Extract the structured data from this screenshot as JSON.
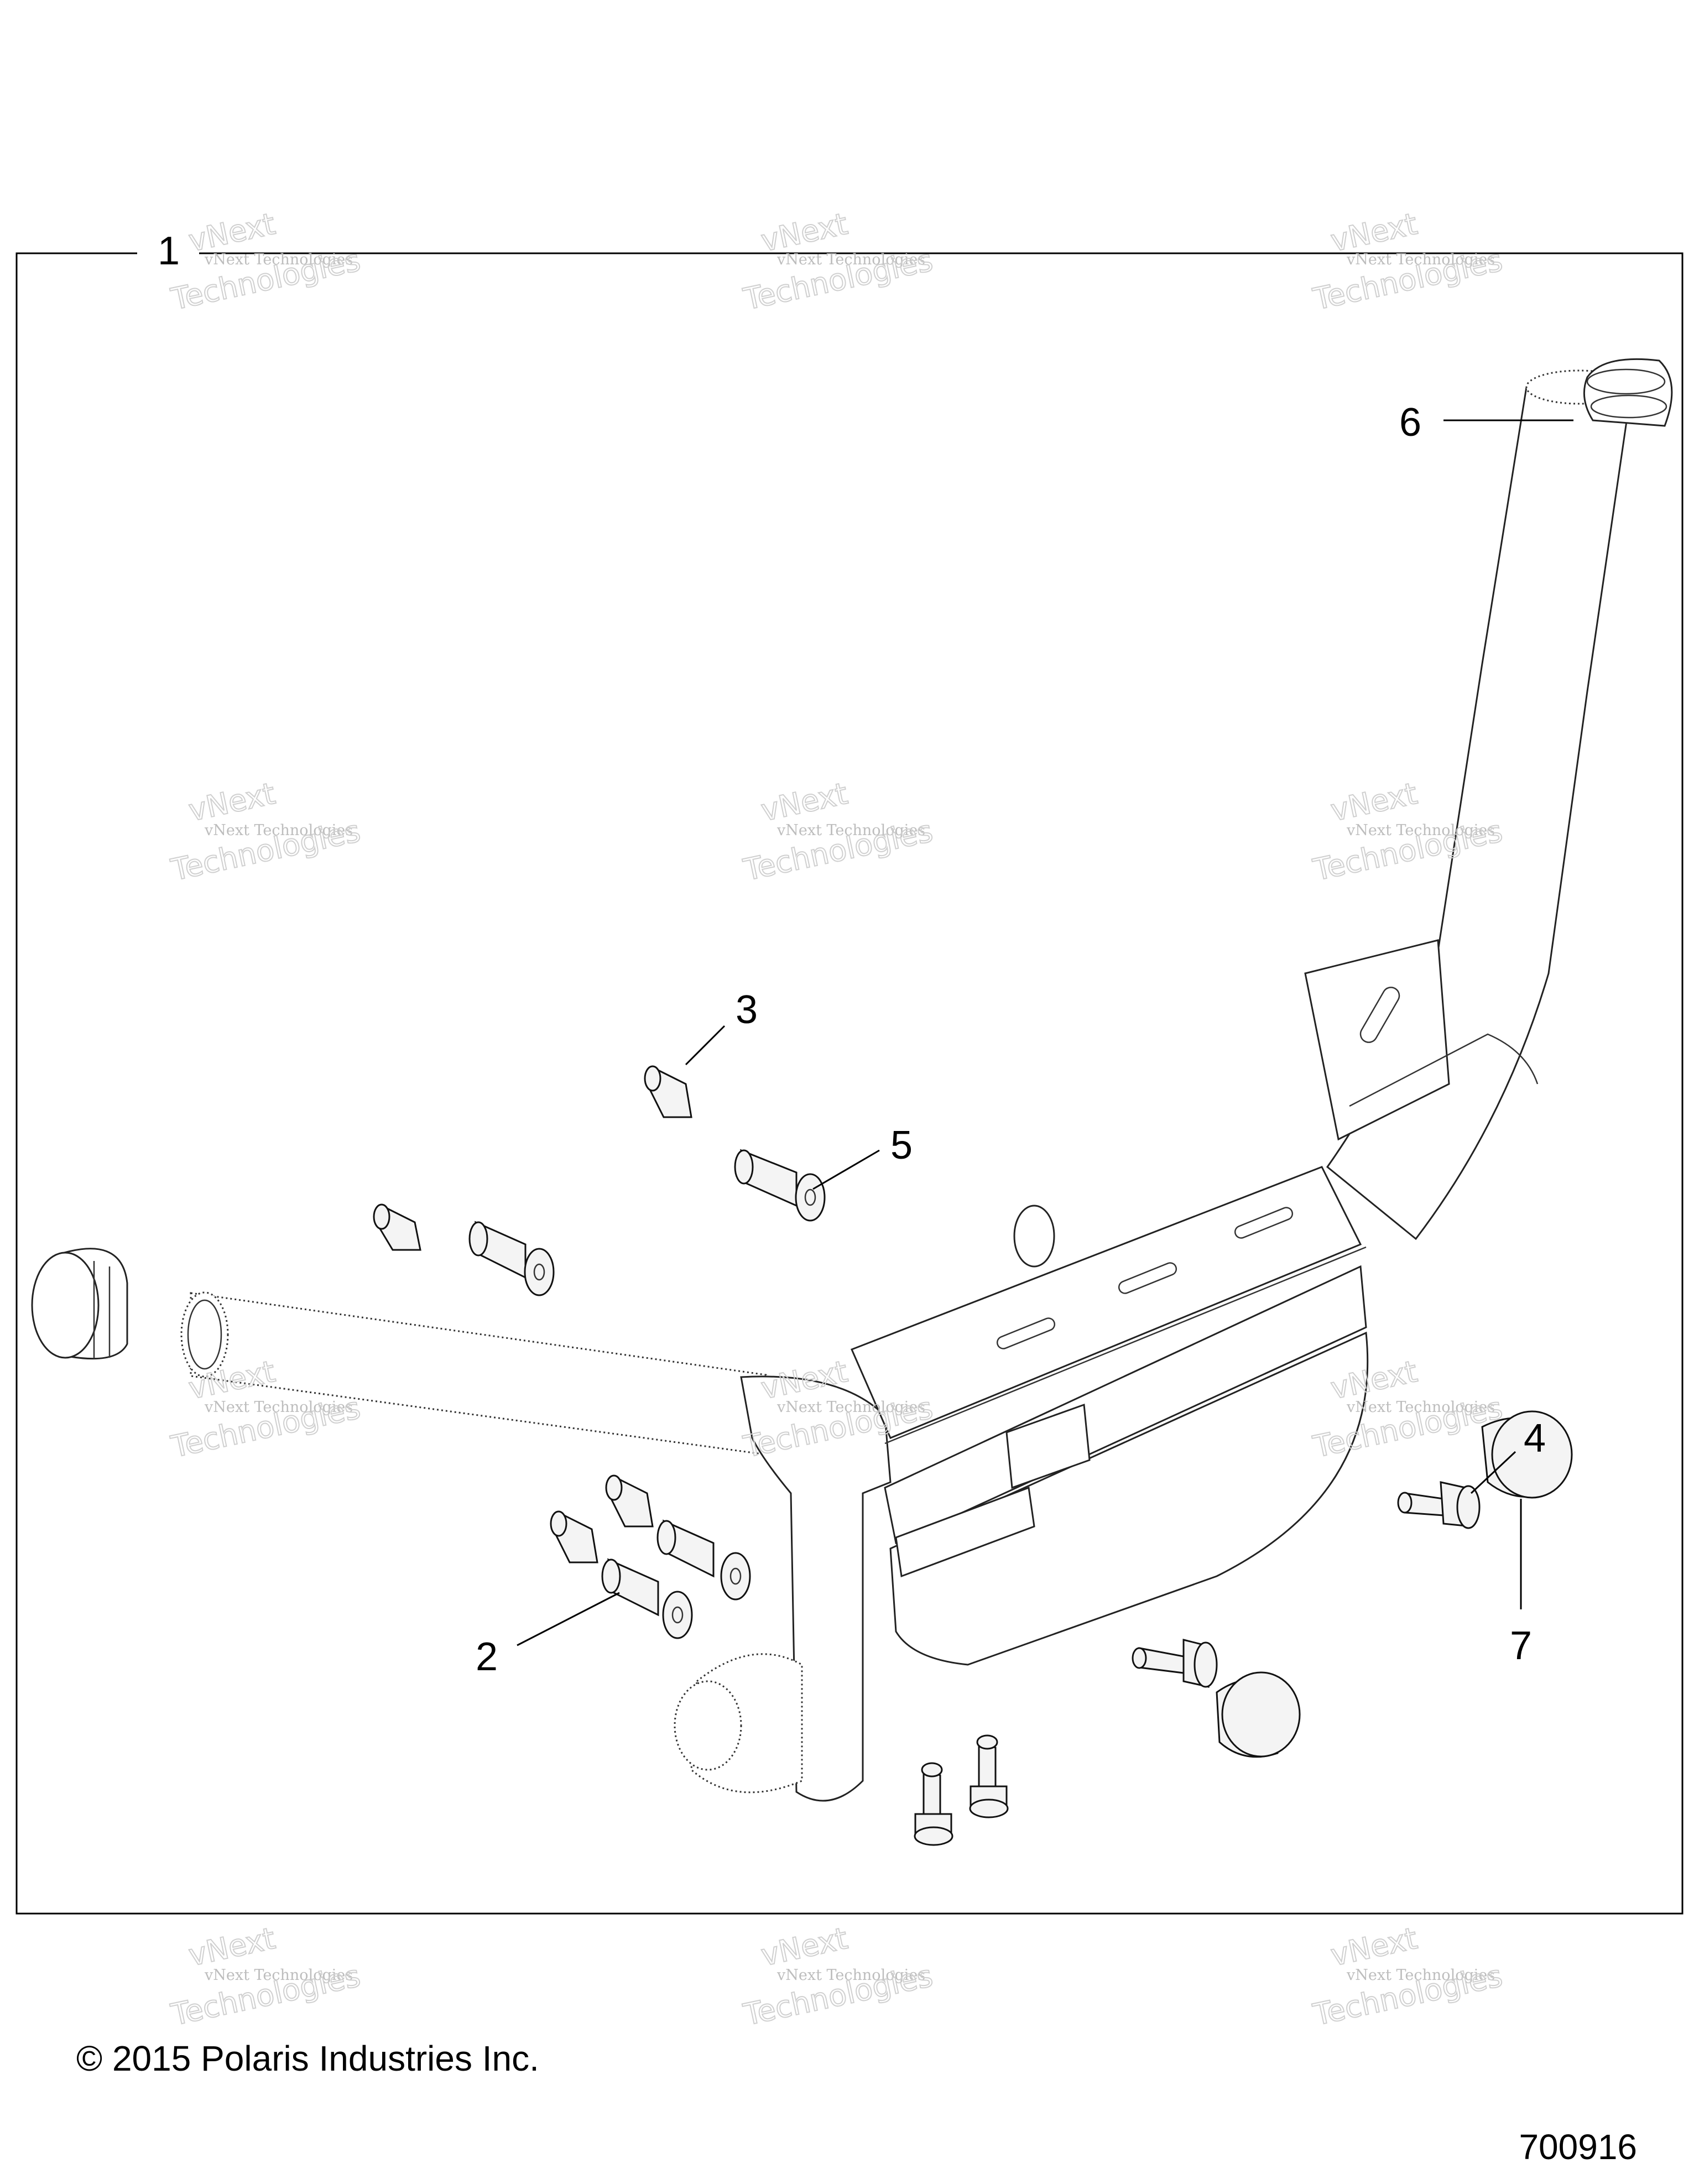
{
  "diagram": {
    "callouts": [
      "1",
      "2",
      "3",
      "4",
      "5",
      "6",
      "7"
    ],
    "watermark": {
      "line1": "vNext",
      "line2": "vNext Technologies",
      "line3": "Technologies"
    }
  },
  "footer": {
    "copyright": "© 2015 Polaris Industries Inc.",
    "figure_number": "700916"
  }
}
